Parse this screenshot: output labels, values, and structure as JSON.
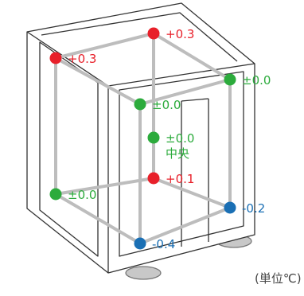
{
  "colors": {
    "hot": "#e8202a",
    "neutral": "#2cab3c",
    "cold": "#1a6fb4",
    "outline": "#333333",
    "frame": "#bdbdbd",
    "unit_text": "#444444"
  },
  "points": [
    {
      "id": "top-back-right",
      "value": "+0.3",
      "tone": "hot"
    },
    {
      "id": "top-back-left",
      "value": "+0.3",
      "tone": "hot"
    },
    {
      "id": "top-front-right",
      "value": "±0.0",
      "tone": "neutral"
    },
    {
      "id": "upper-center",
      "value": "±0.0",
      "tone": "neutral"
    },
    {
      "id": "center",
      "value": "±0.0",
      "sublabel": "中央",
      "tone": "neutral"
    },
    {
      "id": "lower-center",
      "value": "+0.1",
      "tone": "hot"
    },
    {
      "id": "left-middle",
      "value": "±0.0",
      "tone": "neutral"
    },
    {
      "id": "bottom-right",
      "value": "-0.2",
      "tone": "cold"
    },
    {
      "id": "bottom-front",
      "value": "-0.4",
      "tone": "cold"
    }
  ],
  "unit_label": "(単位℃)"
}
